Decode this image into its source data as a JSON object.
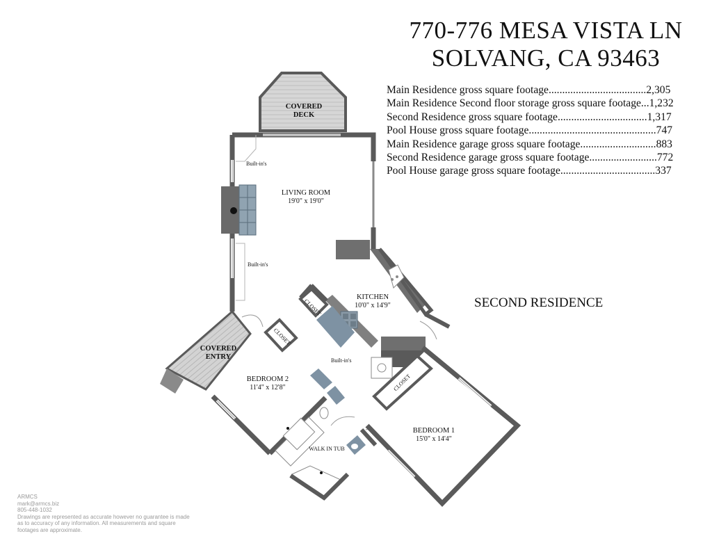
{
  "title": {
    "line1": "770-776 MESA VISTA LN",
    "line2": "SOLVANG, CA 93463"
  },
  "stats": [
    {
      "text": "Main Residence gross square footage....................................2,305"
    },
    {
      "text": "Main Residence Second floor storage gross square footage...1,232"
    },
    {
      "text": "Second Residence gross square footage.................................1,317"
    },
    {
      "text": "Pool House gross square footage...............................................747"
    },
    {
      "text": "Main Residence garage gross square footage............................883"
    },
    {
      "text": "Second Residence garage gross square footage.........................772"
    },
    {
      "text": "Pool House garage gross square footage...................................337"
    }
  ],
  "section_label": "SECOND RESIDENCE",
  "rooms": {
    "covered_deck": {
      "line1": "COVERED",
      "line2": "DECK"
    },
    "living_room": {
      "name": "LIVING ROOM",
      "dims": "19'0\" x 19'0\""
    },
    "kitchen": {
      "name": "KITCHEN",
      "dims": "10'0\" x 14'9\""
    },
    "covered_entry": {
      "line1": "COVERED",
      "line2": "ENTRY"
    },
    "bedroom2": {
      "name": "BEDROOM 2",
      "dims": "11'4\" x 12'8\""
    },
    "bedroom1": {
      "name": "BEDROOM 1",
      "dims": "15'0\" x 14'4\""
    },
    "walk_in_tub": "WALK IN TUB",
    "closet_a": "CLOSET",
    "closet_b": "CLOSET",
    "closet_c": "CLOSET",
    "builtins_1": "Built-in's",
    "builtins_2": "Built-in's",
    "builtins_3": "Built-in's"
  },
  "footer": {
    "company": "ARMCS",
    "email": "mark@armcs.biz",
    "phone": "805-448-1032",
    "disclaimer1": "Drawings are represented as accurate however no guarantee is made",
    "disclaimer2": "as to accuracy of any information. All measurements and square",
    "disclaimer3": "footages are approximate."
  },
  "colors": {
    "wall": "#5a5a5a",
    "deck": "#cfcfcf",
    "counter": "#808080",
    "fixture": "#7e92a3"
  }
}
